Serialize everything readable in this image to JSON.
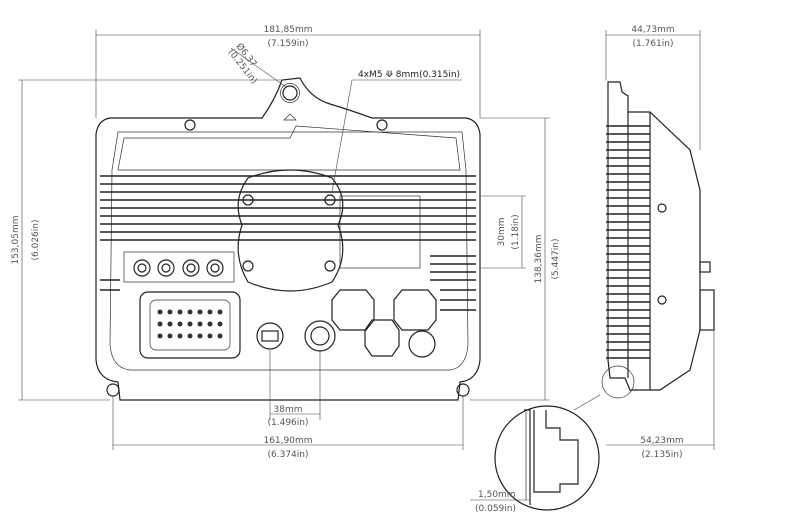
{
  "dimensions": {
    "overall_width": {
      "mm": "181,85mm",
      "in": "(7.159in)"
    },
    "hole_diameter": {
      "mm": "Ø6,37",
      "in": "(0.251in)"
    },
    "mount_thread": "4xM5 ⟱ 8mm(0.315in)",
    "overall_height": {
      "mm": "153,05mm",
      "in": "(6.026in)"
    },
    "body_height": {
      "mm": "138,36mm",
      "in": "(5.447in)"
    },
    "window_height": {
      "mm": "30mm",
      "in": "(1.18in)"
    },
    "connector_spacing": {
      "mm": "38mm",
      "in": "(1.496in)"
    },
    "mount_width": {
      "mm": "161,90mm",
      "in": "(6.374in)"
    },
    "side_depth": {
      "mm": "44,73mm",
      "in": "(1.761in)"
    },
    "side_total_depth": {
      "mm": "54,23mm",
      "in": "(2.135in)"
    },
    "detail_gap": {
      "mm": "1,50mm",
      "in": "(0.059in)"
    }
  }
}
